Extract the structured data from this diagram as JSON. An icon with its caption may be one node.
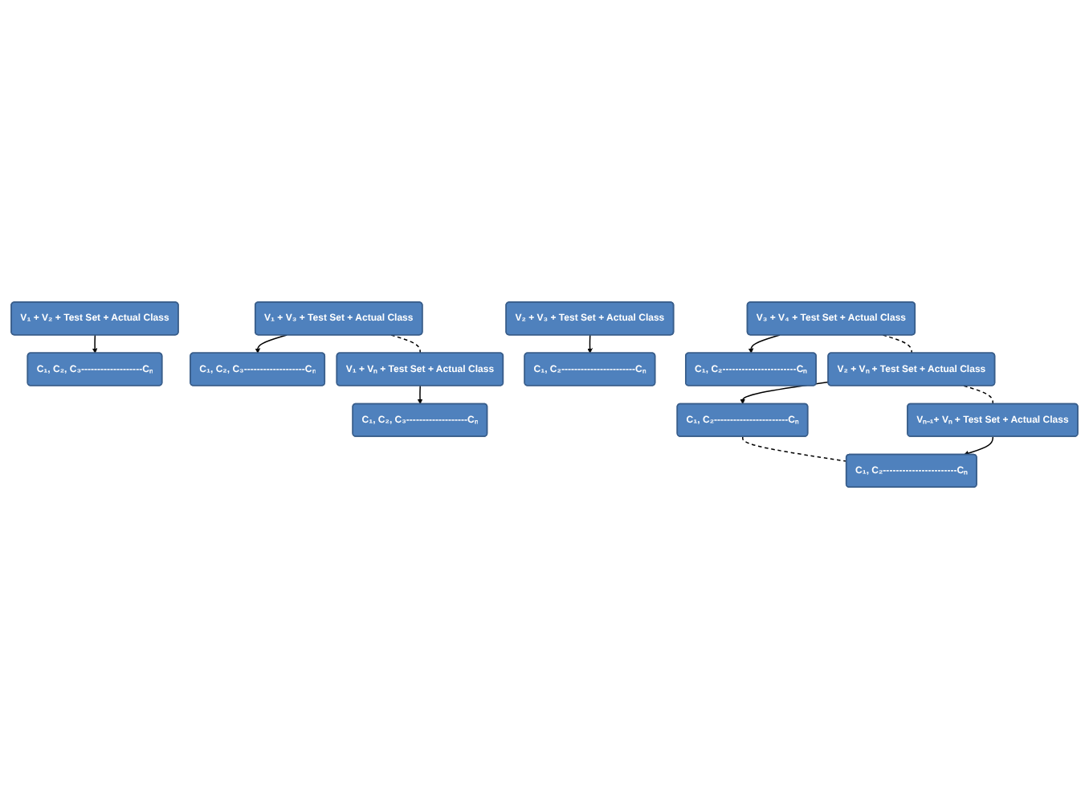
{
  "diagram": {
    "nodes": [
      {
        "text": [
          "V₁ + V₂ + Test Set + Actual Class"
        ]
      },
      {
        "text": [
          "C₁, C₂, C₃-------------------Cₙ"
        ]
      },
      {
        "text": [
          "V₁ + V₃ + Test Set + Actual Class"
        ]
      },
      {
        "text": [
          "C₁, C₂, C₃-------------------Cₙ"
        ]
      },
      {
        "text": [
          "V₁ + Vₙ + Test Set + Actual Class"
        ]
      },
      {
        "text": [
          "C₁, C₂, C₃-------------------Cₙ"
        ]
      },
      {
        "text": [
          "V₂ + V₃ + Test Set + Actual Class"
        ]
      },
      {
        "text": [
          "C₁, C₂-----------------------Cₙ"
        ]
      },
      {
        "text": [
          "V₃ + V₄ + Test Set + Actual Class"
        ]
      },
      {
        "text": [
          "C₁, C₂-----------------------Cₙ"
        ]
      },
      {
        "text": [
          "V₂ + Vₙ + Test Set + Actual Class"
        ]
      },
      {
        "text": [
          "C₁, C₂-----------------------Cₙ"
        ]
      },
      {
        "text": [
          "Vₙ₋₁+ Vₙ + Test Set + Actual Class"
        ]
      },
      {
        "text": [
          "C₁, C₂-----------------------Cₙ"
        ]
      }
    ],
    "edges": [
      {
        "from": 0,
        "to": 1,
        "arrow": "to"
      },
      {
        "from": 2,
        "to": 3,
        "arrow": "to"
      },
      {
        "from": 2,
        "to": 4,
        "arrow": "none",
        "style": "dashed"
      },
      {
        "from": 4,
        "to": 5,
        "arrow": "to"
      },
      {
        "from": 6,
        "to": 7,
        "arrow": "to"
      },
      {
        "from": 8,
        "to": 9,
        "arrow": "to"
      },
      {
        "from": 8,
        "to": 10,
        "arrow": "none",
        "style": "dashed"
      },
      {
        "from": 10,
        "to": 11,
        "arrow": "to"
      },
      {
        "from": 10,
        "to": 12,
        "arrow": "none",
        "style": "dashed"
      },
      {
        "from": 11,
        "to": 13,
        "arrow": "none",
        "style": "dashed"
      },
      {
        "from": 12,
        "to": 13,
        "arrow": "to"
      }
    ]
  }
}
